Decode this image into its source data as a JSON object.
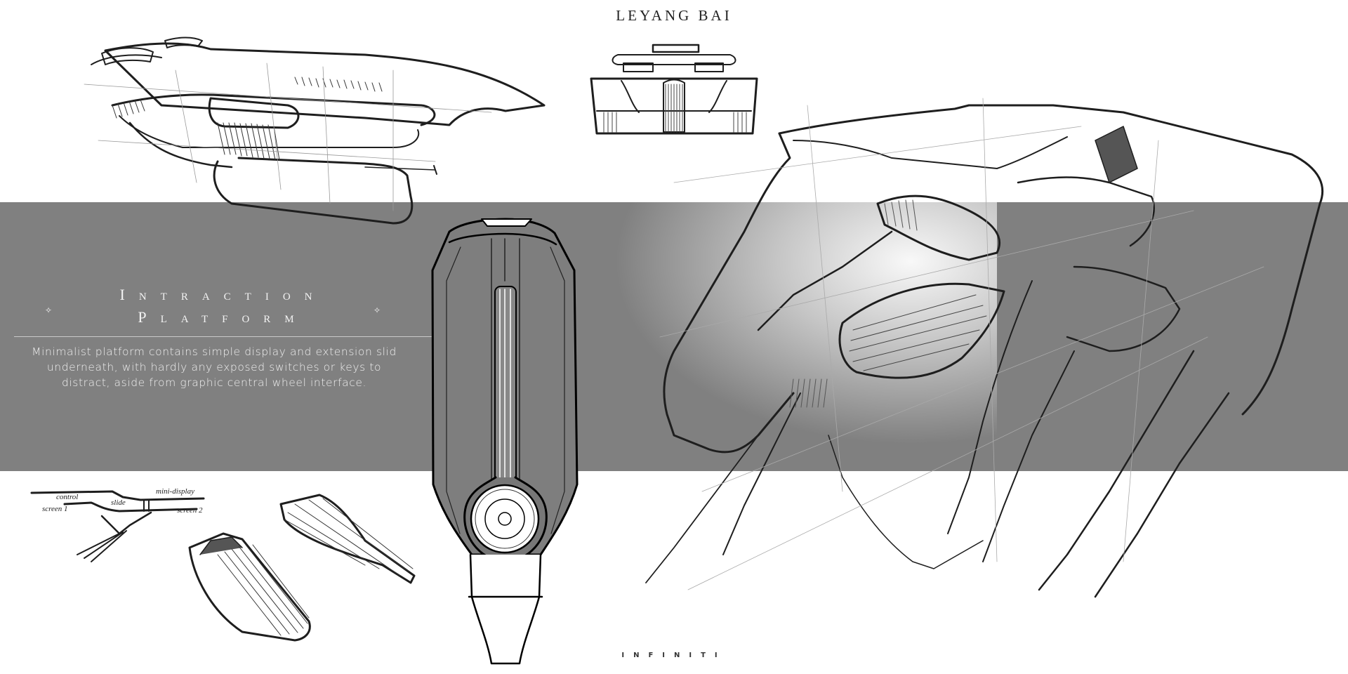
{
  "header": {
    "designer_name": "LEYANG BAI"
  },
  "section": {
    "title_line_1": "Intraction",
    "title_line_2": "Platform",
    "ornament_glyph": "✧",
    "description": "Minimalist platform contains simple display and extension slid underneath, with hardly any exposed switches or keys to distract, aside from graphic central wheel interface."
  },
  "annotations": {
    "control": "control",
    "slide": "slide",
    "mini_display": "mini-display",
    "screen_1": "screen 1",
    "screen_2": "screen 2"
  },
  "footer": {
    "brand": "INFINITI"
  },
  "colors": {
    "background": "#ffffff",
    "band": "#808080",
    "title_text": "#f2f2f2",
    "ink": "#1a1a1a"
  }
}
